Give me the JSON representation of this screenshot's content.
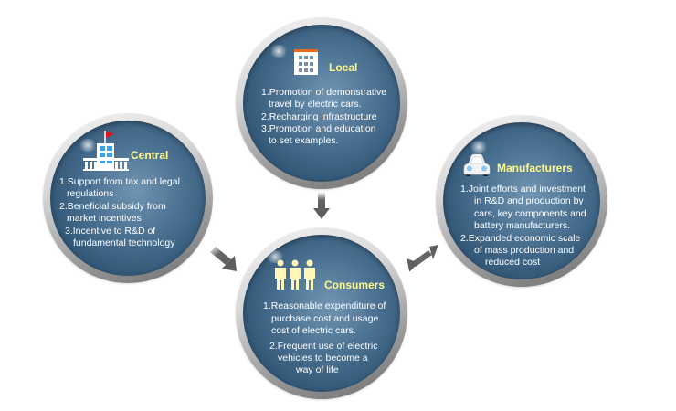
{
  "diagram": {
    "nodes": {
      "local": {
        "title": "Local",
        "icon": "office-building-icon",
        "lines": [
          "1.Promotion of demonstrative",
          "travel by electric cars.",
          "2.Recharging infrastructure",
          "3.Promotion and education",
          "to set examples."
        ]
      },
      "central": {
        "title": "Central",
        "icon": "government-building-flag-icon",
        "lines": [
          "1.Support from tax and legal",
          "regulations",
          "2.Beneficial subsidy from",
          "market incentives",
          "3.Incentive to R&D of",
          "fundamental technology"
        ]
      },
      "manufacturers": {
        "title": "Manufacturers",
        "icon": "car-icon",
        "lines": [
          "1.Joint efforts and investment",
          "in R&D and production by",
          "cars, key components and",
          "battery manufacturers.",
          "2.Expanded economic scale",
          "of mass production and",
          "reduced cost"
        ]
      },
      "consumers": {
        "title": "Consumers",
        "icon": "people-group-icon",
        "lines": [
          "1.Reasonable expenditure of",
          "purchase cost and usage",
          "cost of electric cars.",
          "2.Frequent use of electric",
          "vehicles to become a",
          "way of life"
        ]
      }
    },
    "edges": [
      {
        "from": "local",
        "to": "consumers",
        "type": "one-way"
      },
      {
        "from": "central",
        "to": "consumers",
        "type": "one-way"
      },
      {
        "from": "manufacturers",
        "to": "consumers",
        "type": "two-way"
      }
    ],
    "colors": {
      "title": "#fff98c",
      "text": "#ffffff",
      "sphere": "#335878",
      "arrow": "#666666",
      "flag": "#e0141e",
      "roof": "#e86a1c",
      "window": "#3aa0e8",
      "people": "#fff6b8"
    }
  }
}
